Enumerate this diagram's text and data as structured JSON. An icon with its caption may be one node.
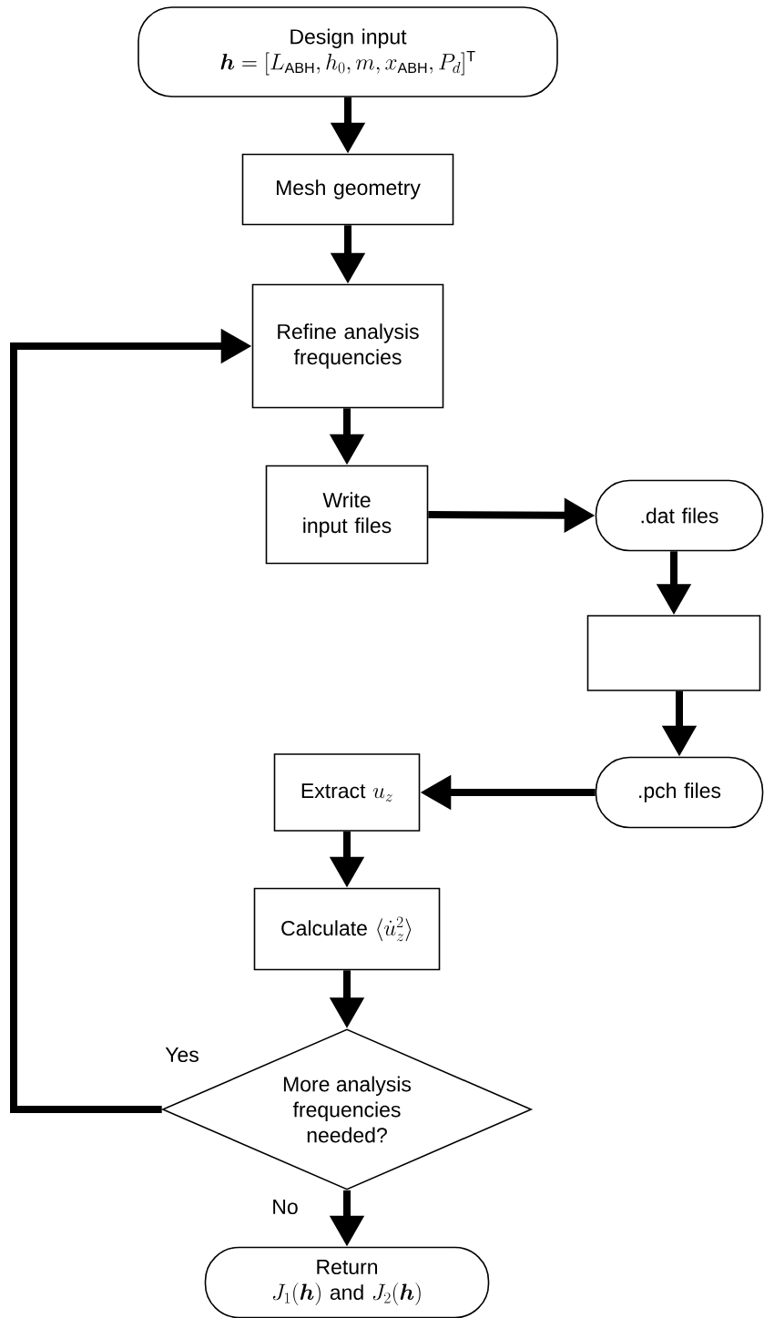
{
  "diagram": {
    "nodes": [
      {
        "text": [
          "Design input",
          "\\boldsymbol{h} = [L_{\\mathrm{ABH}}, h_0, m, x_{\\mathrm{ABH}}, P_d]^{\\mathrm{T}}"
        ]
      },
      {
        "text": [
          "Mesh geometry"
        ]
      },
      {
        "text": [
          "Refine analysis frequencies"
        ]
      },
      {
        "text": [
          "Write input files"
        ]
      },
      {
        "text": [
          ".dat files"
        ]
      },
      {
        "text": [],
        "shape": "box"
      },
      {
        "text": [
          ".pch files"
        ]
      },
      {
        "text": [
          "\\text{Extract } u_z"
        ]
      },
      {
        "text": [
          "\\text{Calculate } \\langle \\dot{u}_z^2 \\rangle"
        ]
      },
      {
        "text": [
          "More analysis frequencies needed?"
        ]
      },
      {
        "text": [
          "Return",
          "J_1(\\boldsymbol{h}) \\text{ and } J_2(\\boldsymbol{h})"
        ]
      }
    ],
    "edges": [
      {
        "from": 0,
        "to": 1,
        "arrow": "to"
      },
      {
        "from": 1,
        "to": 2,
        "arrow": "to"
      },
      {
        "from": 2,
        "to": 3,
        "arrow": "to"
      },
      {
        "from": 3,
        "to": 4,
        "arrow": "to"
      },
      {
        "from": 4,
        "to": 5,
        "arrow": "to"
      },
      {
        "from": 5,
        "to": 6,
        "arrow": "to"
      },
      {
        "from": 6,
        "to": 7,
        "arrow": "to"
      },
      {
        "from": 7,
        "to": 8,
        "arrow": "to"
      },
      {
        "from": 8,
        "to": 9,
        "arrow": "to"
      },
      {
        "from": 9,
        "to": 2,
        "arrow": "to",
        "label": "Yes"
      },
      {
        "from": 9,
        "to": 10,
        "arrow": "to",
        "label": "No"
      }
    ]
  }
}
